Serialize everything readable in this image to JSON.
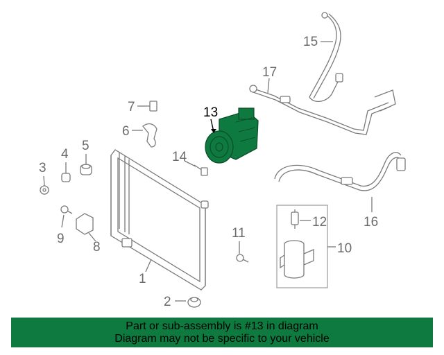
{
  "callouts": {
    "c1": "1",
    "c2": "2",
    "c3": "3",
    "c4": "4",
    "c5": "5",
    "c6": "6",
    "c7": "7",
    "c8": "8",
    "c9": "9",
    "c10": "10",
    "c11": "11",
    "c12": "12",
    "c13": "13",
    "c14": "14",
    "c15": "15",
    "c16": "16",
    "c17": "17"
  },
  "highlighted_part": "13",
  "colors": {
    "banner": "#0e7a3f",
    "compressor": "#0e7a3f",
    "line_art": "#7a7a7a"
  },
  "banner": {
    "line1": "Part or sub-assembly is #13 in diagram",
    "line2": "Diagram may not be specific to your vehicle"
  }
}
